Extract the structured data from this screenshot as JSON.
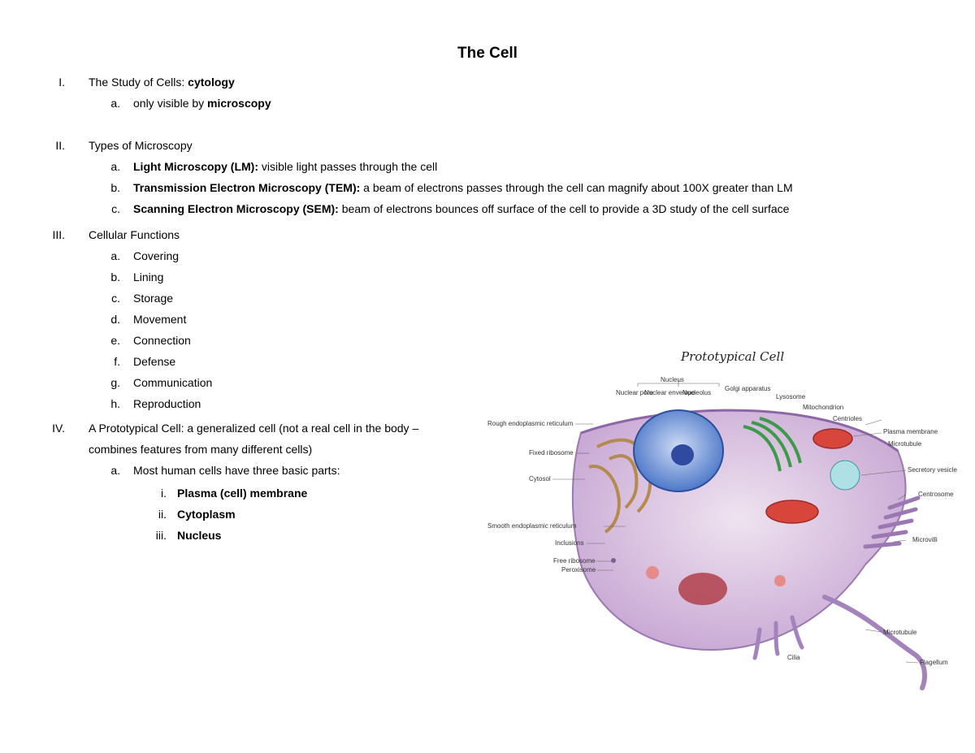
{
  "title": "The Cell",
  "sections": [
    {
      "num": "I.",
      "label_plain": "The Study of Cells: ",
      "label_bold": "cytology",
      "items": [
        {
          "letter": "a.",
          "plain": "only visible by ",
          "bold": "microscopy"
        }
      ]
    },
    {
      "num": "II.",
      "label_plain": "Types of Microscopy",
      "items": [
        {
          "letter": "a.",
          "bold": "Light Microscopy (LM):",
          "plain": " visible light passes through the cell"
        },
        {
          "letter": "b.",
          "bold": "Transmission Electron Microscopy (TEM):",
          "plain": " a beam of electrons passes through the cell can magnify about 100X greater than LM"
        },
        {
          "letter": "c.",
          "bold": "Scanning Electron Microscopy (SEM):",
          "plain": " beam of electrons bounces off surface of the cell to provide a 3D study of the cell surface"
        }
      ]
    },
    {
      "num": "III.",
      "label_plain": "Cellular Functions",
      "items": [
        {
          "letter": "a.",
          "plain": "Covering"
        },
        {
          "letter": "b.",
          "plain": "Lining"
        },
        {
          "letter": "c.",
          "plain": "Storage"
        },
        {
          "letter": "d.",
          "plain": "Movement"
        },
        {
          "letter": "e.",
          "plain": "Connection"
        },
        {
          "letter": "f.",
          "plain": "Defense"
        },
        {
          "letter": "g.",
          "plain": "Communication"
        },
        {
          "letter": "h.",
          "plain": "Reproduction"
        }
      ]
    },
    {
      "num": "IV.",
      "label_line1": "A Prototypical Cell: a generalized cell (not a real cell in the body –",
      "label_line2": "combines features from many different cells)",
      "items": [
        {
          "letter": "a.",
          "plain": "Most human cells have three basic parts:"
        }
      ],
      "subitems": [
        {
          "roman": "i.",
          "bold": "Plasma (cell) membrane"
        },
        {
          "roman": "ii.",
          "bold": "Cytoplasm"
        },
        {
          "roman": "iii.",
          "bold": "Nucleus"
        }
      ]
    }
  ],
  "figure": {
    "title": "Prototypical Cell",
    "labels": {
      "nucleus": "Nucleus",
      "nuclear_pore": "Nuclear pore",
      "nuclear_envelope": "Nuclear envelope",
      "nucleolus": "Nucleolus",
      "golgi": "Golgi apparatus",
      "lysosome": "Lysosome",
      "mitochondrion": "Mitochondrion",
      "centrioles": "Centrioles",
      "plasma_membrane": "Plasma membrane",
      "microtubule_top": "Microtubule",
      "secretory_vesicle": "Secretory vesicle",
      "centrosome": "Centrosome",
      "microvilli": "Microvilli",
      "microtubule_bottom": "Microtubule",
      "flagellum": "Flagellum",
      "cilia": "Cilia",
      "rough_er": "Rough endoplasmic reticulum",
      "fixed_ribosome": "Fixed ribosome",
      "cytosol": "Cytosol",
      "smooth_er": "Smooth endoplasmic reticulum",
      "inclusions": "Inclusions",
      "free_ribosome": "Free ribosome",
      "peroxisome": "Peroxisome"
    }
  }
}
